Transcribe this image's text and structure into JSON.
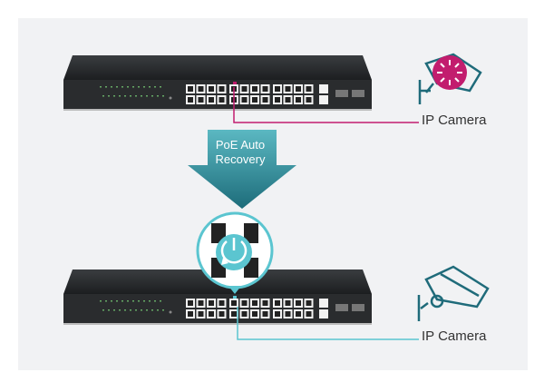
{
  "arrow": {
    "label_line1": "PoE Auto",
    "label_line2": "Recovery"
  },
  "camera_top": {
    "label": "IP Camera",
    "state": "error",
    "icon": "camera-loading-icon"
  },
  "camera_bottom": {
    "label": "IP Camera",
    "state": "recovered",
    "icon": "camera-icon"
  },
  "badge": {
    "icon": "power-recovery-icon"
  },
  "colors": {
    "error": "#c21d6e",
    "ok": "#5bc5d0",
    "teal": "#1f6b7a",
    "arrow": "#2f8e9c",
    "panel": "#f1f2f4"
  }
}
